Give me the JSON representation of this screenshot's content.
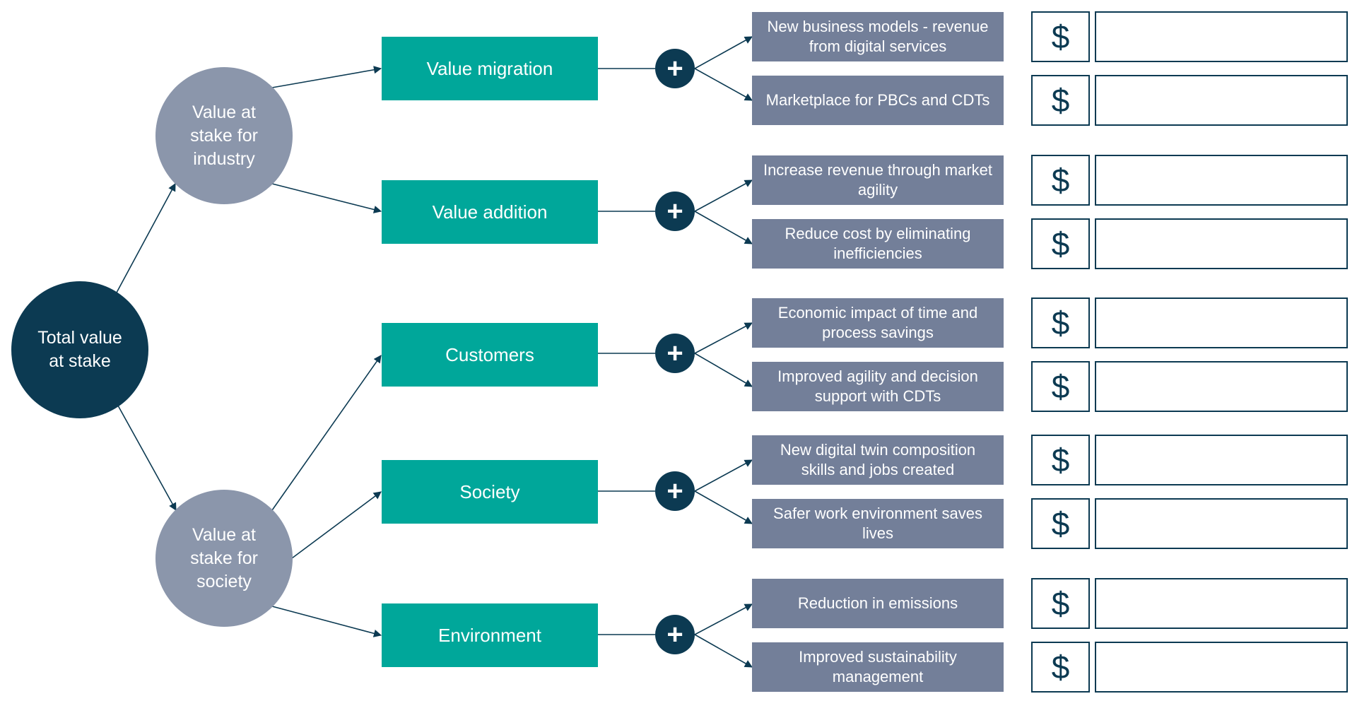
{
  "root": {
    "label": "Total value at stake"
  },
  "groups": [
    {
      "label": "Value at stake for industry"
    },
    {
      "label": "Value at stake for society"
    }
  ],
  "categories": [
    {
      "label": "Value migration",
      "items": [
        {
          "label": "New business models - revenue from digital services"
        },
        {
          "label": "Marketplace for PBCs and CDTs"
        }
      ]
    },
    {
      "label": "Value addition",
      "items": [
        {
          "label": "Increase revenue through market agility"
        },
        {
          "label": "Reduce cost by eliminating inefficiencies"
        }
      ]
    },
    {
      "label": "Customers",
      "items": [
        {
          "label": "Economic impact of time and process savings"
        },
        {
          "label": "Improved agility and decision support with CDTs"
        }
      ]
    },
    {
      "label": "Society",
      "items": [
        {
          "label": "New digital twin composition skills and jobs created"
        },
        {
          "label": "Safer work environment saves lives"
        }
      ]
    },
    {
      "label": "Environment",
      "items": [
        {
          "label": "Reduction in emissions"
        },
        {
          "label": "Improved sustainability management"
        }
      ]
    }
  ],
  "symbols": {
    "plus": "+",
    "currency": "$"
  },
  "colors": {
    "root_circle": "#0c3a52",
    "group_circle": "#8b96ab",
    "category_box": "#00a79a",
    "item_box": "#737f99",
    "connector": "#0c3a52"
  }
}
